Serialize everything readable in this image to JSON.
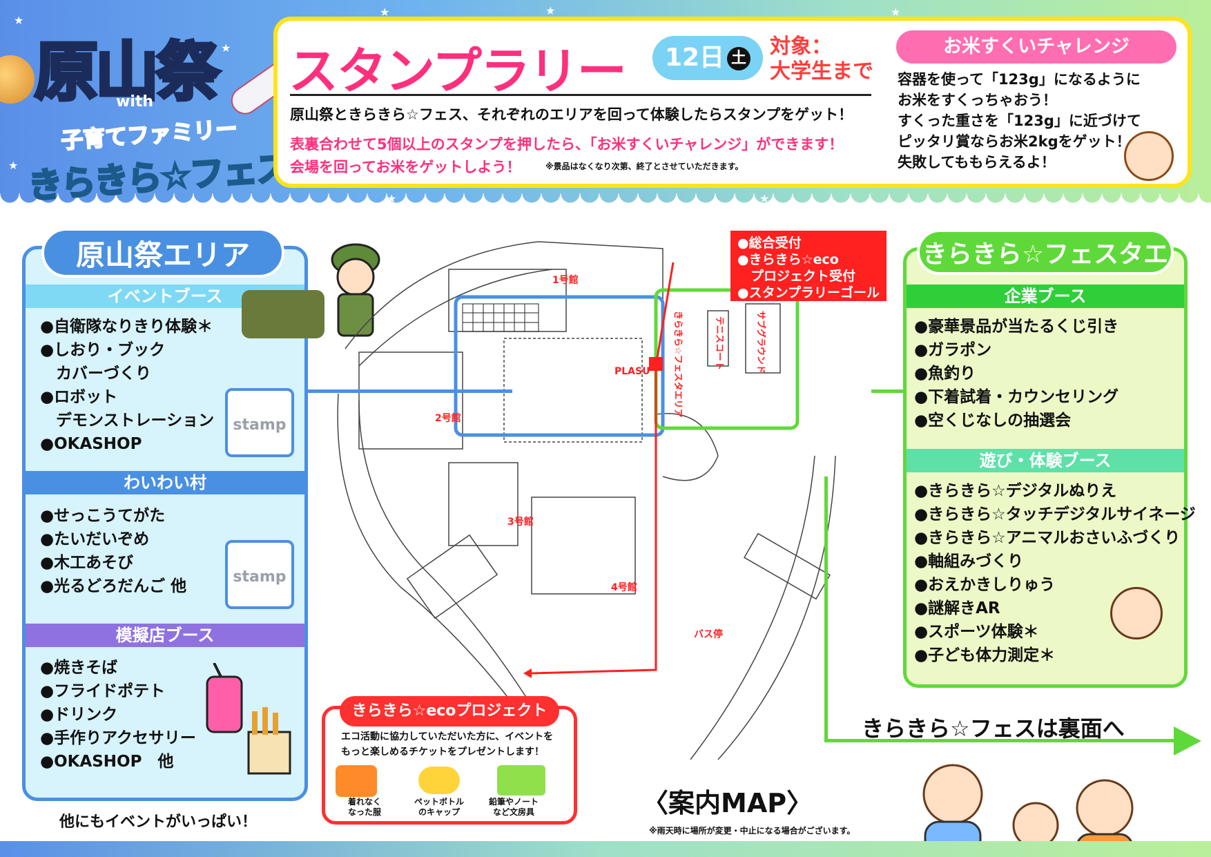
{
  "header": {
    "logo_title": "原山祭",
    "logo_with": "with",
    "logo_subtitle": "子育てファミリー",
    "logo_fest": "きらきら☆フェスタ"
  },
  "stamp_rally": {
    "title": "スタンプラリー",
    "date": "12日",
    "day": "土",
    "target_line1": "対象：",
    "target_line2": "大学生まで",
    "line1": "原山祭ときらきら☆フェス、それぞれのエリアを回って体験したらスタンプをゲット！",
    "line2": "表裏合わせて5個以上のスタンプを押したら、「お米すくいチャレンジ」ができます！",
    "line3": "会場を回ってお米をゲットしよう！",
    "note": "※景品はなくなり次第、終了とさせていただきます。"
  },
  "rice_challenge": {
    "title": "お米すくいチャレンジ",
    "lines": [
      "容器を使って「123g」になるように",
      "お米をすくっちゃおう！",
      "すくった重さを「123g」に近づけて",
      "ピッタリ賞ならお米2kgをゲット！",
      "失敗してももらえるよ！"
    ]
  },
  "harayama_area": {
    "title": "原山祭エリア",
    "event_booth": {
      "title": "イベントブース",
      "items": [
        "●自衛隊なりきり体験＊",
        "●しおり・ブック",
        "　カバーづくり",
        "●ロボット",
        "　デモンストレーション",
        "●OKASHOP"
      ],
      "stamp": "stamp"
    },
    "waiwai": {
      "title": "わいわい村",
      "items": [
        "●せっこうてがた",
        "●たいだいぞめ",
        "●木工あそび",
        "●光るどろだんご 他"
      ],
      "stamp": "stamp"
    },
    "stalls": {
      "title": "模擬店ブース",
      "items": [
        "●焼きそば",
        "●フライドポテト",
        "●ドリンク",
        "●手作りアクセサリー",
        "●OKASHOP　他"
      ]
    },
    "footer": "他にもイベントがいっぱい！"
  },
  "map": {
    "label": "〈案内MAP〉",
    "note": "※雨天時に場所が変更・中止になる場合がございます。",
    "buildings": {
      "b1": "1号館",
      "b2": "2号館",
      "b3": "3号館",
      "b4": "4号館",
      "plasu": "PLASU",
      "tennis": "テニスコート",
      "sub_ground": "サブグラウンド",
      "kirakira_area": "きらきら☆フェスタエリア",
      "bus_stop": "バス停"
    },
    "reception": [
      "●総合受付",
      "●きらきら☆eco",
      "　プロジェクト受付",
      "●スタンプラリーゴール"
    ]
  },
  "kirakira_area": {
    "title": "きらきら☆フェスタエリア",
    "corporate": {
      "title": "企業ブース",
      "items": [
        "●豪華景品が当たるくじ引き",
        "●ガラポン",
        "●魚釣り",
        "●下着試着・カウンセリング",
        "●空くじなしの抽選会"
      ]
    },
    "play": {
      "title": "遊び・体験ブース",
      "items": [
        "●きらきら☆デジタルぬりえ",
        "●きらきら☆タッチデジタルサイネージ",
        "●きらきら☆アニマルおさいふづくり",
        "●軸組みづくり",
        "●おえかきしりゅう",
        "●謎解きAR",
        "●スポーツ体験＊",
        "●子ども体力測定＊"
      ]
    },
    "to_back": "きらきら☆フェスは裏面へ"
  },
  "eco_project": {
    "title": "きらきら☆ecoプロジェクト",
    "line1": "エコ活動に協力していただいた方に、イベントを",
    "line2": "もっと楽しめるチケットをプレゼントします！",
    "items": [
      {
        "l1": "着れなく",
        "l2": "なった服"
      },
      {
        "l1": "ペットボトル",
        "l2": "のキャップ"
      },
      {
        "l1": "鉛筆やノート",
        "l2": "など文房具"
      }
    ]
  },
  "colors": {
    "pink": "#ff2f7d",
    "blue": "#4a90e2",
    "green": "#5fd93a",
    "red": "#ff2020",
    "yellow": "#ffe31a"
  }
}
